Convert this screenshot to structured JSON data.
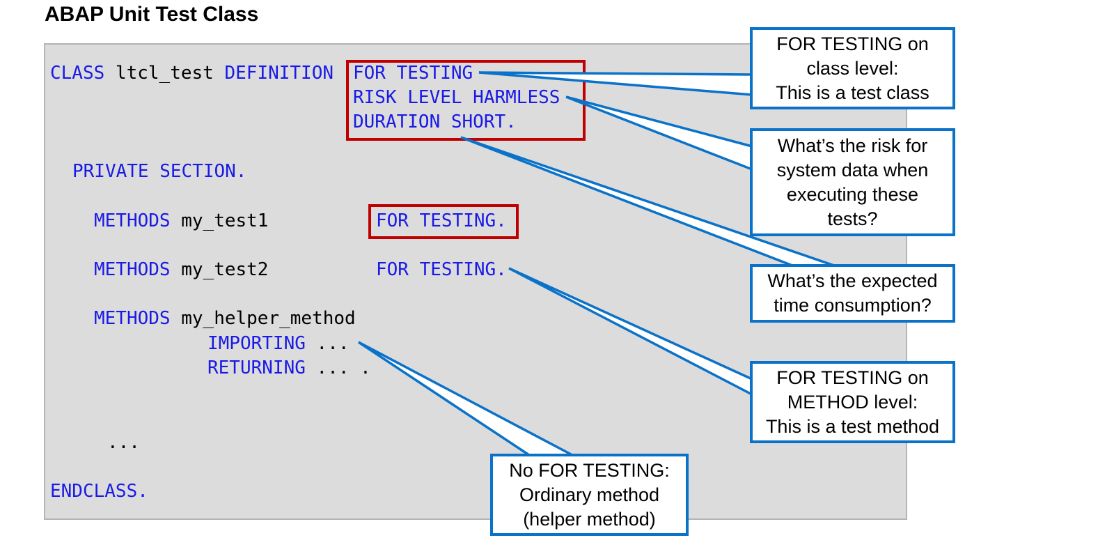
{
  "title": "ABAP Unit Test Class",
  "code": {
    "l1": {
      "kw1": "CLASS",
      "id": "ltcl_test",
      "kw2": "DEFINITION",
      "kw3": "FOR TESTING"
    },
    "l2": "RISK LEVEL HARMLESS",
    "l3": "DURATION SHORT.",
    "l4": "PRIVATE SECTION.",
    "l5": {
      "kw": "METHODS",
      "id": "my_test1",
      "kw2": "FOR TESTING."
    },
    "l6": {
      "kw": "METHODS",
      "id": "my_test2",
      "kw2": "FOR TESTING."
    },
    "l7": {
      "kw": "METHODS",
      "id": "my_helper_method"
    },
    "l8": {
      "kw": "IMPORTING",
      "rest": "..."
    },
    "l9": {
      "kw": "RETURNING",
      "rest": "... ."
    },
    "l10": "...",
    "l11": "ENDCLASS."
  },
  "callouts": {
    "c1": [
      "FOR TESTING on",
      "class level:",
      "This is a test class"
    ],
    "c2": [
      "What’s the risk for",
      "system data when",
      "executing these",
      "tests?"
    ],
    "c3": [
      "What’s the expected",
      "time consumption?"
    ],
    "c4": [
      "FOR TESTING on",
      "METHOD level:",
      "This is a test method"
    ],
    "c5": [
      "No FOR TESTING:",
      "Ordinary method",
      "(helper method)"
    ]
  },
  "colors": {
    "keyword": "#1a1ae6",
    "highlight_box": "#c00000",
    "callout_border": "#0a72c8",
    "code_background": "#dcdcdc"
  }
}
